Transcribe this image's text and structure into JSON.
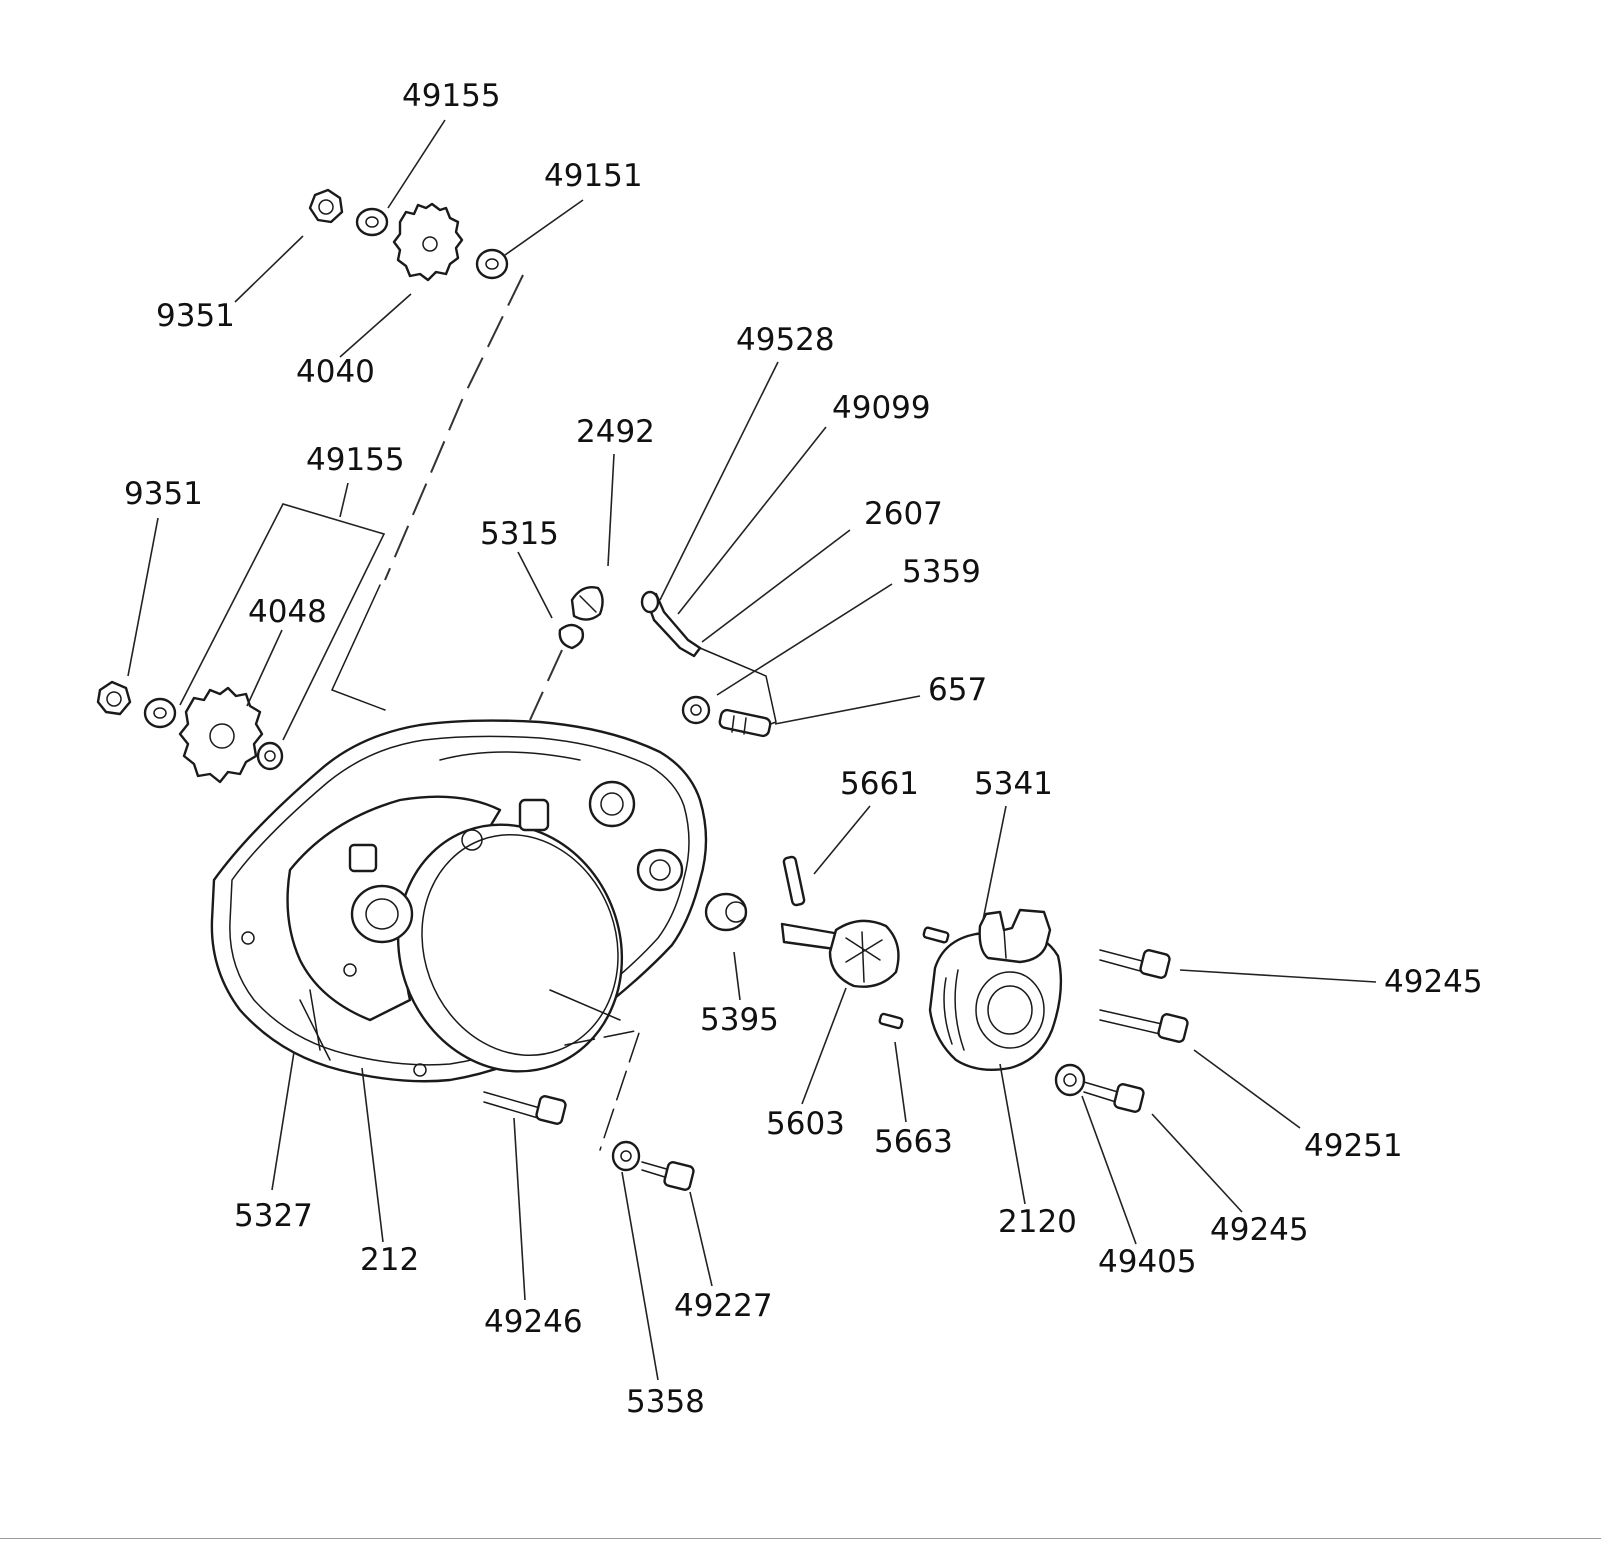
{
  "callouts": {
    "c49155a": "49155",
    "c49151": "49151",
    "c9351a": "9351",
    "c4040": "4040",
    "c49528": "49528",
    "c49099": "49099",
    "c2492": "2492",
    "c49155b": "49155",
    "c9351b": "9351",
    "c5315": "5315",
    "c2607": "2607",
    "c5359": "5359",
    "c4048": "4048",
    "c657": "657",
    "c5661": "5661",
    "c5341": "5341",
    "c49245a": "49245",
    "c5395": "5395",
    "c5603": "5603",
    "c5663": "5663",
    "c49251": "49251",
    "c5327": "5327",
    "c2120": "2120",
    "c49245b": "49245",
    "c212": "212",
    "c49405": "49405",
    "c49246": "49246",
    "c49227": "49227",
    "c5358": "5358"
  },
  "colors": {
    "ink": "#111111",
    "background": "#ffffff",
    "rule": "#9a9a9a"
  }
}
